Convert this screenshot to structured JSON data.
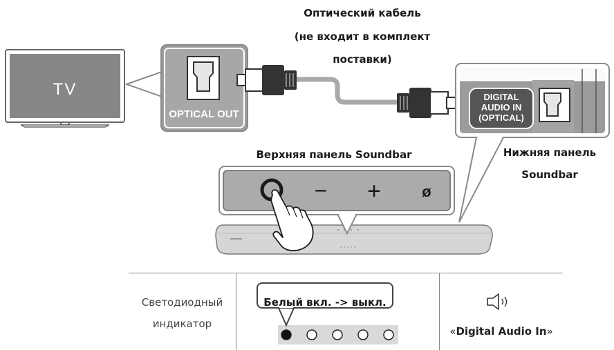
{
  "tv": {
    "label": "TV"
  },
  "tv_port": {
    "label": "OPTICAL OUT"
  },
  "cable": {
    "line1": "Оптический кабель",
    "line2": "(не входит в комплект",
    "line3": "поставки)"
  },
  "soundbar_port": {
    "line1": "DIGITAL",
    "line2": "AUDIO IN",
    "line3": "(OPTICAL)"
  },
  "top_panel": {
    "title": "Верхняя панель Soundbar"
  },
  "bottom_panel": {
    "line1": "Нижняя панель",
    "line2": "Soundbar"
  },
  "buttons": {
    "minus": "−",
    "plus": "+",
    "mic": "ø"
  },
  "table": {
    "row_label_line1": "Светодиодный",
    "row_label_line2": "индикатор",
    "led_callout": "Белый вкл. -> выкл.",
    "led_states": [
      true,
      false,
      false,
      false,
      false
    ],
    "audio_icon": "speaker-icon",
    "mode_open": "«",
    "mode_name": "Digital Audio In",
    "mode_close": "»"
  },
  "colors": {
    "panel_gray": "#9b9b9b",
    "dark_gray": "#5f5f5f",
    "cable_gray": "#b8b8b8",
    "body_light": "#d6d6d6"
  }
}
